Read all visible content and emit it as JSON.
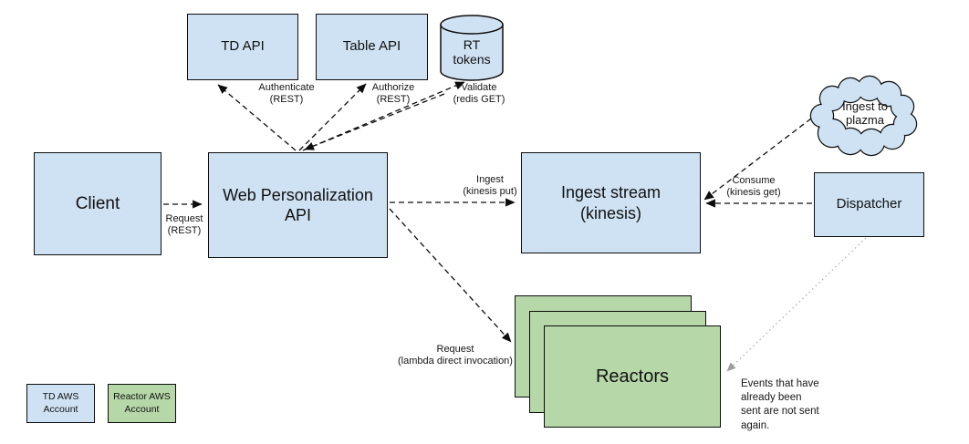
{
  "diagram": {
    "nodes": {
      "td_api": {
        "label": "TD API"
      },
      "table_api": {
        "label": "Table API"
      },
      "rt_tokens": {
        "label": "RT\ntokens"
      },
      "client": {
        "label": "Client"
      },
      "wp_api": {
        "label": "Web Personalization\nAPI"
      },
      "ingest_stream": {
        "label": "Ingest stream\n(kinesis)"
      },
      "ingest_plazma": {
        "label": "Ingest to\nplazma"
      },
      "dispatcher": {
        "label": "Dispatcher"
      },
      "reactors": {
        "label": "Reactors"
      }
    },
    "edges": {
      "request_rest": {
        "label": "Request\n(REST)"
      },
      "authenticate": {
        "label": "Authenticate\n(REST)"
      },
      "authorize": {
        "label": "Authorize\n(REST)"
      },
      "validate": {
        "label": "Validate\n(redis GET)"
      },
      "ingest_put": {
        "label": "Ingest\n(kinesis put)"
      },
      "consume": {
        "label": "Consume\n(kinesis get)"
      },
      "request_lambda": {
        "label": "Request\n(lambda direct invocation)"
      }
    },
    "note": "Events that have\nalready been\nsent are not sent\nagain.",
    "legend": {
      "td_account": "TD AWS\nAccount",
      "reactor_account": "Reactor AWS\nAccount"
    },
    "colors": {
      "td_account_fill": "#cfe2f3",
      "reactor_account_fill": "#b6d7a8",
      "edge": "#000000",
      "dotted_edge": "#a9a9a9"
    }
  }
}
